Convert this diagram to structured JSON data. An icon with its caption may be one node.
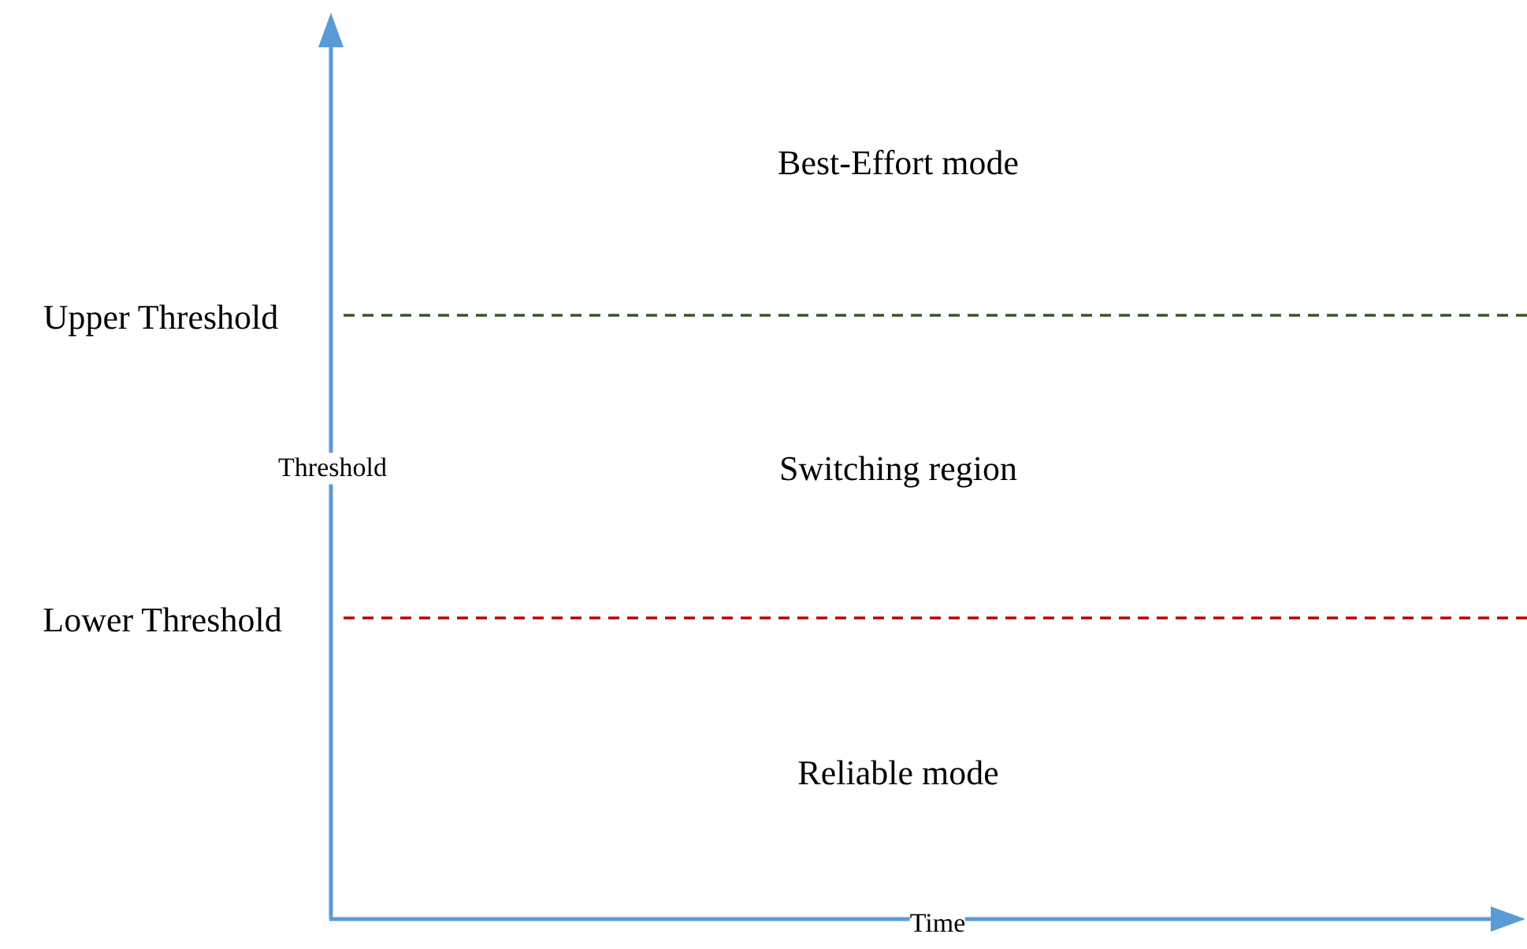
{
  "diagram": {
    "labels": [
      "Best-Effort mode",
      "Upper Threshold",
      "Threshold",
      "Switching region",
      "Lower Threshold",
      "Reliable mode",
      "Time"
    ]
  }
}
